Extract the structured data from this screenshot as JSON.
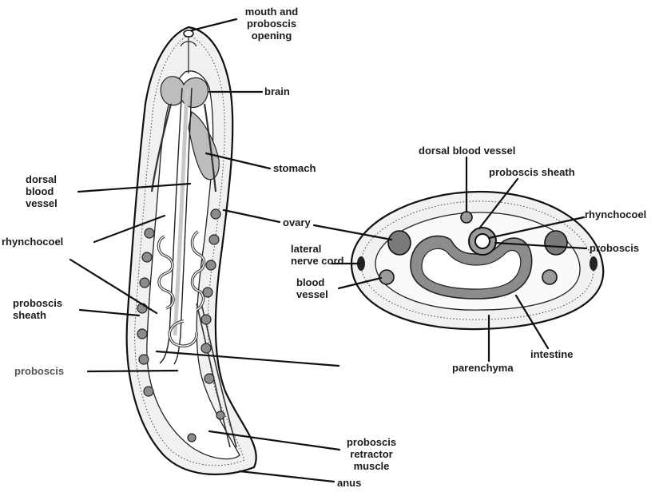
{
  "labels": {
    "mouth": "mouth and\nproboscis\nopening",
    "brain": "brain",
    "stomach": "stomach",
    "dorsal_vessel_left": "dorsal\nblood\nvessel",
    "ovary": "ovary",
    "rhynchocoel_left": "rhynchocoel",
    "proboscis_sheath_left": "proboscis\nsheath",
    "proboscis_left": "proboscis",
    "retractor": "proboscis\nretractor\nmuscle",
    "anus": "anus",
    "dorsal_vessel_right": "dorsal blood vessel",
    "proboscis_sheath_right": "proboscis sheath",
    "rhynchocoel_right": "rhynchocoel",
    "proboscis_right": "proboscis",
    "lateral_nerve": "lateral\nnerve cord",
    "blood_vessel": "blood\nvessel",
    "intestine": "intestine",
    "parenchyma": "parenchyma"
  },
  "colors": {
    "ink": "#111111",
    "tissue_grey": "#bdbdbd",
    "organ_dark": "#8c8c8c",
    "label_light": "#555555"
  }
}
